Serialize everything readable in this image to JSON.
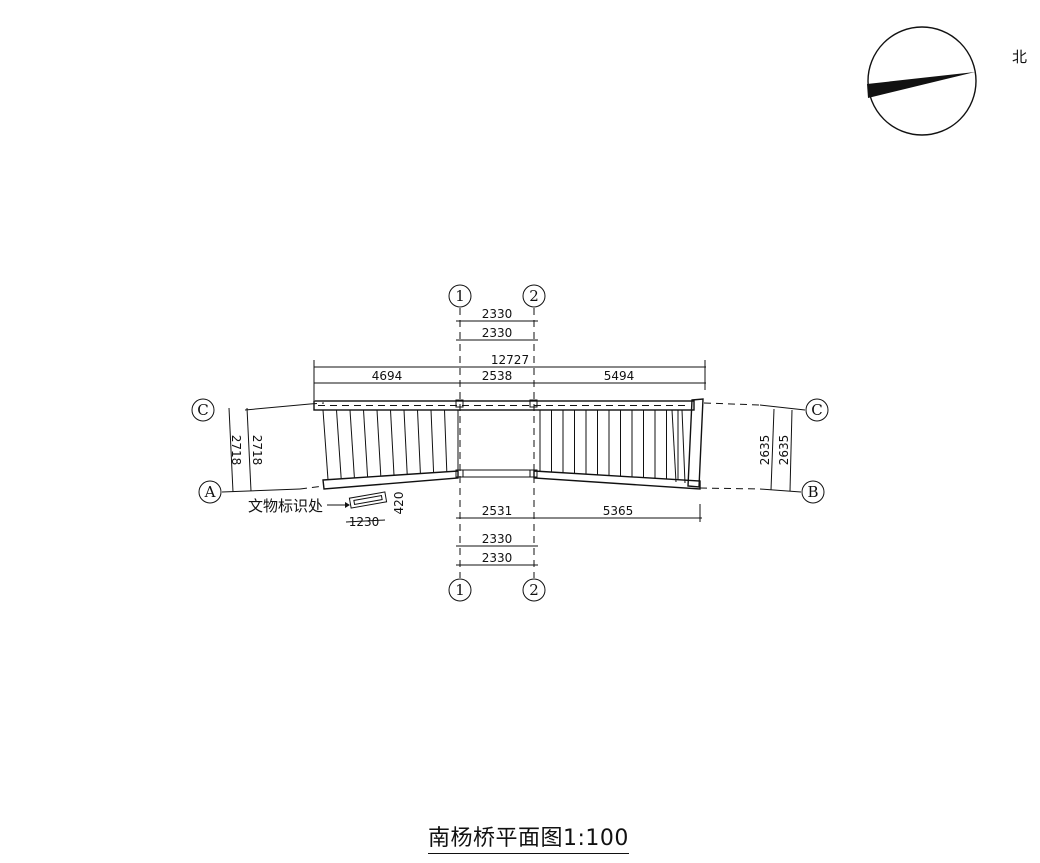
{
  "compass": {
    "north_label": "北"
  },
  "axes": {
    "axis_1": "1",
    "axis_2": "2",
    "axis_A": "A",
    "axis_B": "B",
    "axis_C": "C"
  },
  "top_dims": {
    "d1": "2330",
    "d2": "2330",
    "total": "12727",
    "left": "4694",
    "middle": "2538",
    "right": "5494"
  },
  "bottom_dims": {
    "middle": "2531",
    "right": "5365",
    "d1": "2330",
    "d2": "2330"
  },
  "side_dims": {
    "left_a": "2718",
    "left_b": "2718",
    "right_a": "2635",
    "right_b": "2635"
  },
  "marker": {
    "label": "文物标识处",
    "width": "1230",
    "height": "420"
  },
  "title": "南杨桥平面图1:100"
}
